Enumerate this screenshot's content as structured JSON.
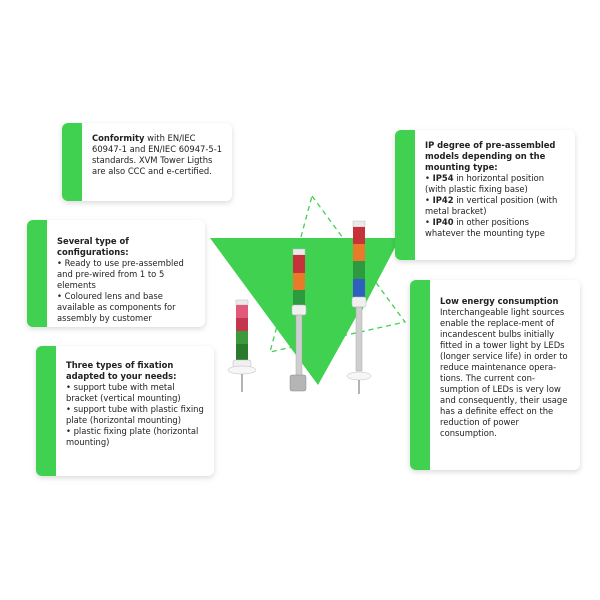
{
  "colors": {
    "accent": "#3fd14f",
    "red": "#d83a3a",
    "orange": "#e67a2b",
    "green": "#2b9a3e",
    "blue": "#2f5fc0"
  },
  "cards": {
    "conformity": {
      "bold": "Conformity",
      "text": " with EN/IEC 60947-1 and EN/IEC 60947-5-1 standards. XVM Tower Ligths are also CCC and e-certified."
    },
    "configurations": {
      "title": "Several type of configurations:",
      "items": [
        "• Ready to use pre-assembled and pre-wired from 1 to 5 elements",
        "• Coloured lens and base available as components for assembly by customer"
      ]
    },
    "fixation": {
      "title": "Three types of fixation adapted to your needs:",
      "items": [
        "• support tube with metal bracket (vertical mounting)",
        "• support tube with plastic fixing plate (horizontal mounting)",
        "• plastic fixing plate (horizontal mounting)"
      ]
    },
    "ip": {
      "title": "IP degree of pre-assembled models depending on the mounting type:",
      "items": [
        {
          "bold": "IP54",
          "text": " in horizontal position (with plastic fixing base)"
        },
        {
          "bold": "IP42",
          "text": " in vertical position (with metal bracket)"
        },
        {
          "bold": "IP40",
          "text": " in other positions whatever the mounting type"
        }
      ]
    },
    "energy": {
      "title": "Low energy consumption",
      "text": "Interchangeable light sources enable the replace-ment of incandescent bulbs initially fitted in a tower light by LEDs (longer service life) in order to reduce maintenance opera-tions. The current con-sumption of LEDs is very low and consequently, their usage has a definite effect on the reduction of power consumption."
    }
  }
}
